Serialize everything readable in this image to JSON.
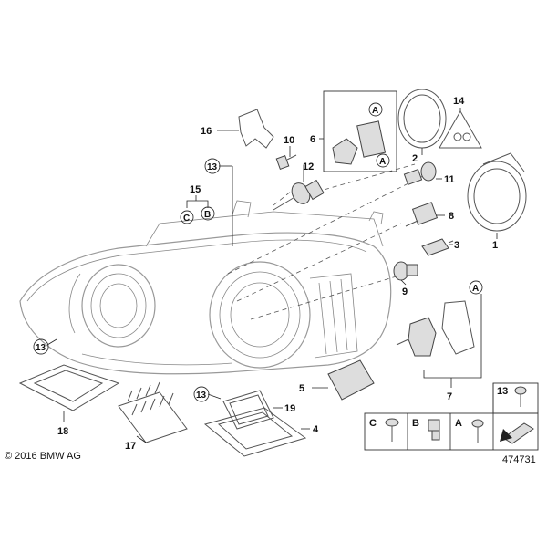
{
  "diagram": {
    "callouts": {
      "c1": "1",
      "c2": "2",
      "c3": "3",
      "c4": "4",
      "c5": "5",
      "c6": "6",
      "c7": "7",
      "c8": "8",
      "c9": "9",
      "c10": "10",
      "c11": "11",
      "c12": "12",
      "c13a": "13",
      "c13b": "13",
      "c13c": "13",
      "c14": "14",
      "c15": "15",
      "c16": "16",
      "c17": "17",
      "c18": "18",
      "c19": "19"
    },
    "letters": {
      "a_top": "A",
      "a_side": "A",
      "a_mid": "A",
      "b15": "B",
      "c15": "C"
    },
    "legend": {
      "c_label": "C",
      "b_label": "B",
      "a_label": "A",
      "n13_label": "13"
    },
    "copyright": "© 2016 BMW AG",
    "diagram_number": "474731"
  }
}
